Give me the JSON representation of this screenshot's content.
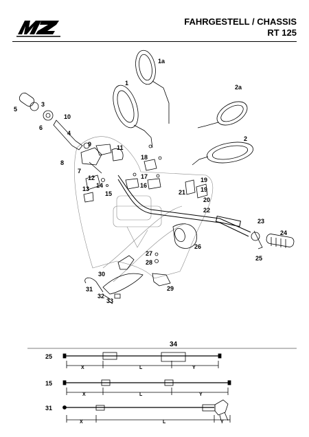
{
  "header": {
    "logo_text": "MZ",
    "title_line1": "FAHRGESTELL / CHASSIS",
    "title_line2": "RT 125"
  },
  "callouts": [
    "1a",
    "1",
    "2a",
    "2",
    "3",
    "4",
    "5",
    "6",
    "7",
    "8",
    "9",
    "10",
    "11",
    "12",
    "13",
    "14",
    "15",
    "16",
    "17",
    "18",
    "19",
    "19",
    "20",
    "21",
    "22",
    "23",
    "24",
    "25",
    "26",
    "27",
    "28",
    "29",
    "30",
    "31",
    "32",
    "33"
  ],
  "cables": {
    "group_label": "34",
    "rows": [
      {
        "id": "25",
        "segments": [
          "X",
          "L",
          "Y"
        ]
      },
      {
        "id": "15",
        "segments": [
          "X",
          "L",
          "Y"
        ]
      },
      {
        "id": "31",
        "segments": [
          "X",
          "L",
          "Y"
        ]
      }
    ]
  }
}
